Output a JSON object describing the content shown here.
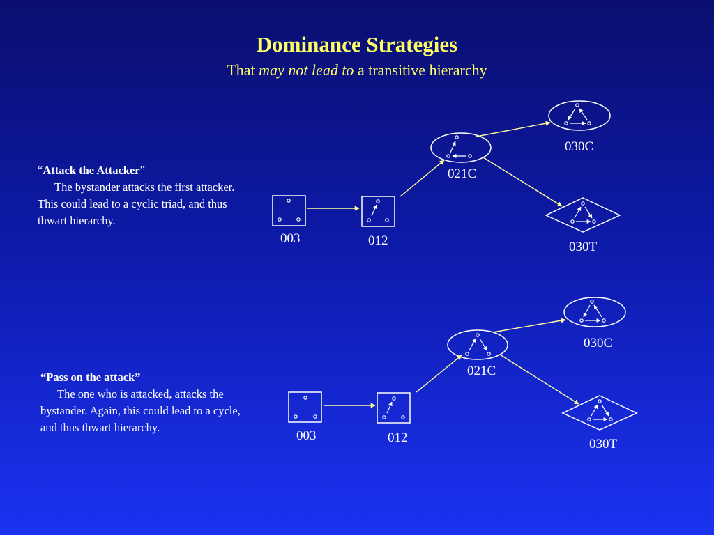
{
  "title": "Dominance Strategies",
  "subtitle": {
    "before": "That ",
    "emphasis": "may not lead to",
    "after": " a transitive hierarchy"
  },
  "strategies": [
    {
      "open_quote": "“",
      "heading": "Attack the Attacker",
      "close_quote": "”",
      "body": "The bystander attacks the first attacker.  This could lead to a cyclic triad, and thus thwart hierarchy.",
      "nodes": {
        "n003": "003",
        "n012": "012",
        "n021c": "021C",
        "n030c": "030C",
        "n030t": "030T"
      }
    },
    {
      "open_quote": "",
      "heading": "“Pass on the attack”",
      "close_quote": "",
      "body": "The one who is attacked, attacks the bystander.  Again, this could lead to a cycle, and thus thwart hierarchy.",
      "nodes": {
        "n003": "003",
        "n012": "012",
        "n021c": "021C",
        "n030c": "030C",
        "n030t": "030T"
      }
    }
  ],
  "colors": {
    "title": "#ffff66",
    "arrow": "#ffff99",
    "background_top": "#0a0f6e",
    "background_bottom": "#1b32f2"
  }
}
